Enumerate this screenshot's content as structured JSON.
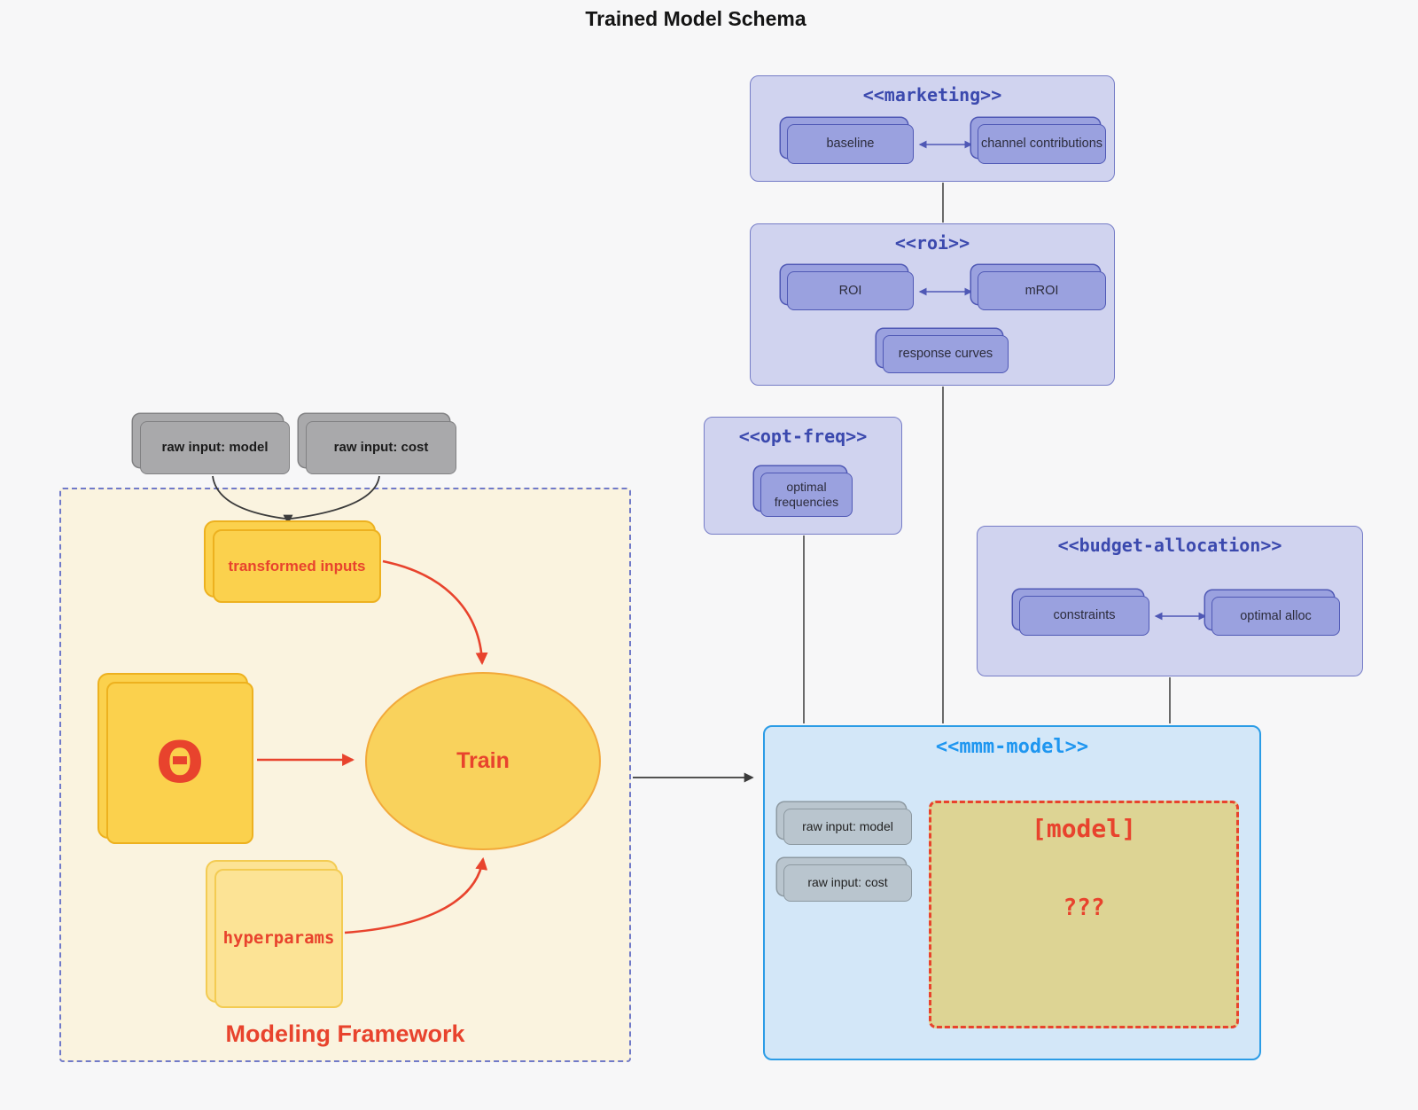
{
  "title": "Trained Model Schema",
  "colors": {
    "background": "#f7f7f8",
    "accent_red": "#e8432d",
    "purple_title": "#3b49ae",
    "purple_container_fill": "#d0d3ef",
    "purple_container_border": "#767dc7",
    "purple_node_fill": "#9aa1df",
    "purple_node_border": "#4f58b5",
    "mmm_fill": "#d3e7f8",
    "mmm_border": "#2b9ce6",
    "mmm_title": "#1e96f0",
    "framework_fill": "#faf3df",
    "framework_border": "#707ac9",
    "yellow_fill": "#fbd14d",
    "yellow_border": "#edb11f",
    "hyper_fill": "#fce395",
    "hyper_border": "#f3cb52",
    "gray_fill": "#a9a9ab",
    "model_box_fill": "#ddd494"
  },
  "marketing": {
    "title": "<<marketing>>",
    "baseline": "baseline",
    "channel_contributions": "channel contributions"
  },
  "roi": {
    "title": "<<roi>>",
    "roi": "ROI",
    "mroi": "mROI",
    "response_curves": "response curves"
  },
  "opt_freq": {
    "title": "<<opt-freq>>",
    "optimal_frequencies": "optimal frequencies"
  },
  "budget_allocation": {
    "title": "<<budget-allocation>>",
    "constraints": "constraints",
    "optimal_alloc": "optimal alloc"
  },
  "mmm_model": {
    "title": "<<mmm-model>>",
    "raw_input_model": "raw input: model",
    "raw_input_cost": "raw input: cost",
    "model_placeholder": "[model]",
    "unknown": "???"
  },
  "framework": {
    "label": "Modeling Framework",
    "raw_input_model": "raw input: model",
    "raw_input_cost": "raw input: cost",
    "transformed_inputs": "transformed inputs",
    "theta": "Θ",
    "train": "Train",
    "hyperparams": "hyperparams"
  }
}
